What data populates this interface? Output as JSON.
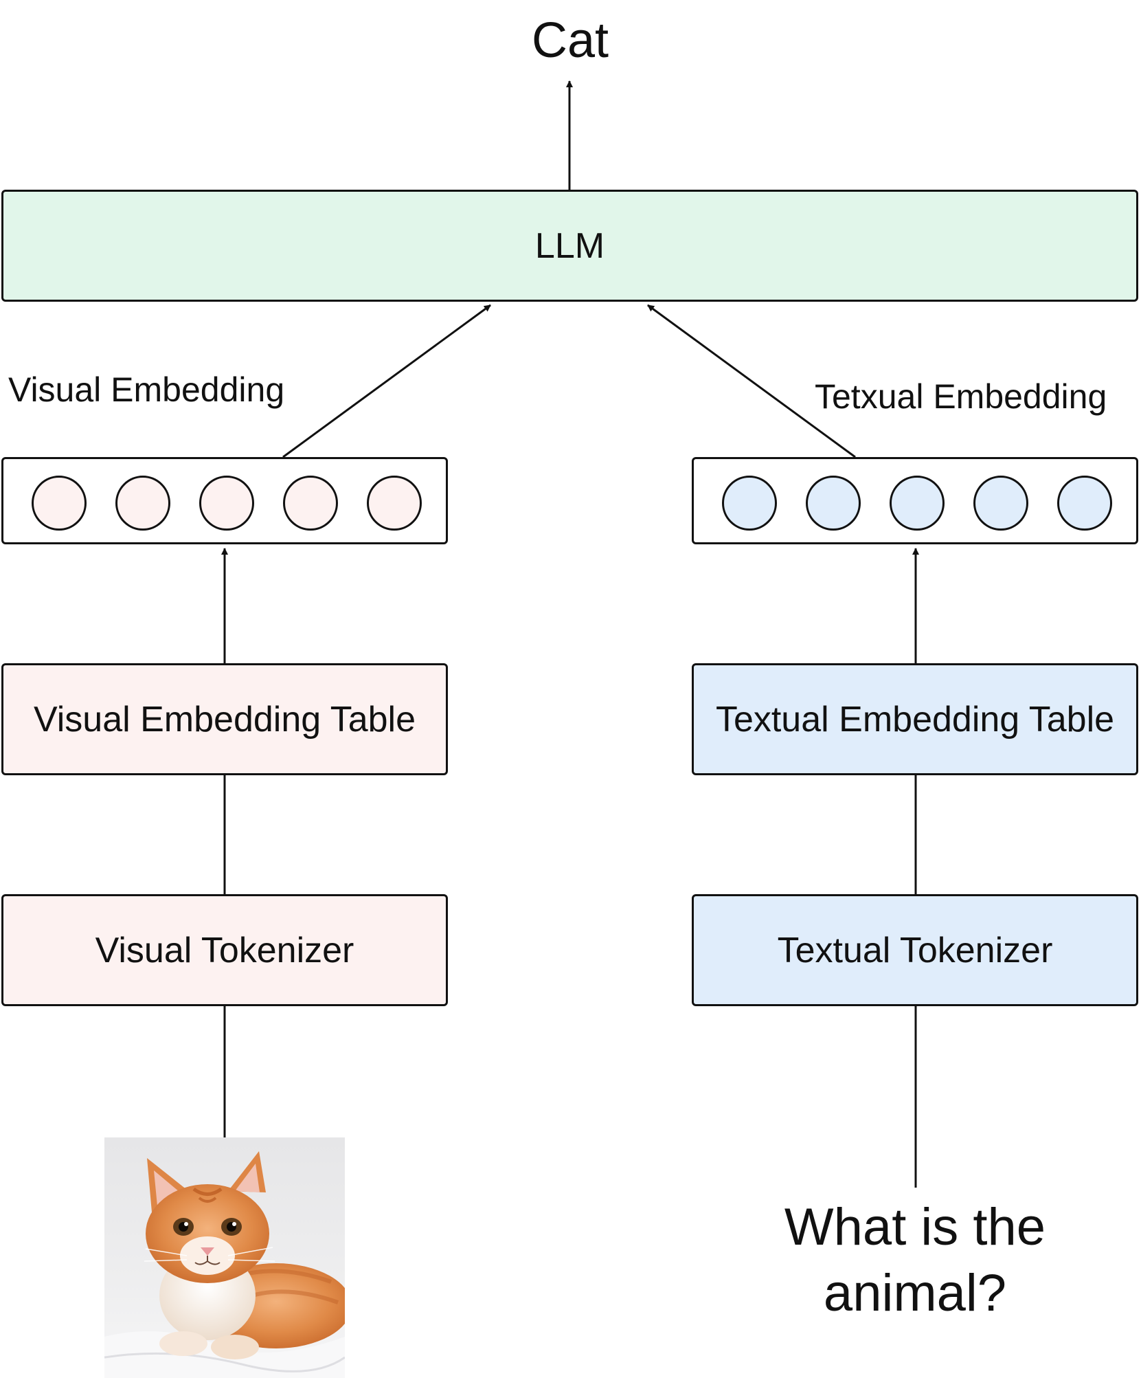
{
  "output": "Cat",
  "llm": {
    "label": "LLM",
    "color": "#e1f6ea"
  },
  "visual": {
    "embedding_label": "Visual Embedding",
    "embedding_table": "Visual Embedding Table",
    "tokenizer": "Visual Tokenizer",
    "token_color": "#fdf2f1",
    "input_image": "cat-photo"
  },
  "textual": {
    "embedding_label": "Tetxual Embedding",
    "embedding_table": "Textual Embedding Table",
    "tokenizer": "Textual Tokenizer",
    "token_color": "#e0edfb",
    "question": "What is the animal?"
  }
}
